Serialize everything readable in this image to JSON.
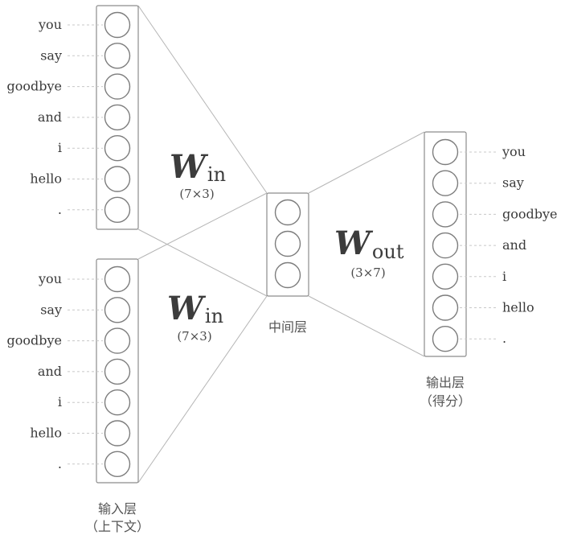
{
  "input_words": [
    "you",
    "say",
    "goodbye",
    "and",
    "i",
    "hello",
    "."
  ],
  "output_words": [
    "you",
    "say",
    "goodbye",
    "and",
    "i",
    "hello",
    "."
  ],
  "hidden_units": 3,
  "weights": {
    "in_1": {
      "symbol": "W",
      "sub": "in",
      "dims": "(7×3)"
    },
    "in_2": {
      "symbol": "W",
      "sub": "in",
      "dims": "(7×3)"
    },
    "out": {
      "symbol": "W",
      "sub": "out",
      "dims": "(3×7)"
    }
  },
  "labels": {
    "hidden": "中间层",
    "output_line1": "输出层",
    "output_line2": "（得分）",
    "input_line1": "输入层",
    "input_line2": "（上下文）"
  }
}
